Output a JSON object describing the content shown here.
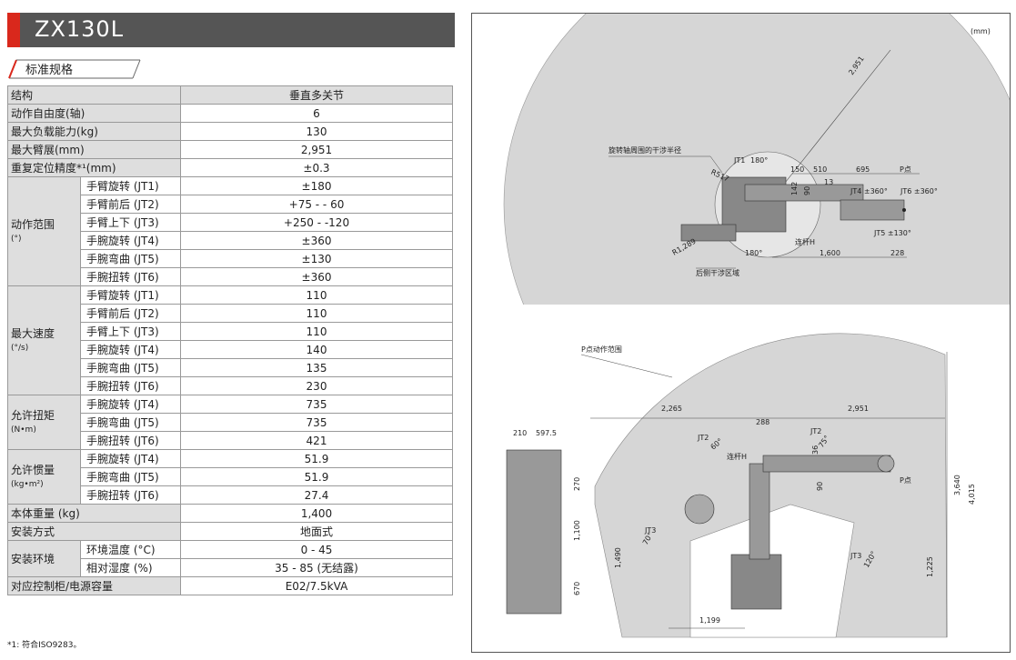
{
  "model": "ZX130L",
  "section": "标准规格",
  "spec": {
    "header": {
      "label": "结构",
      "value": "垂直多关节"
    },
    "simple_rows": [
      {
        "label": "动作自由度(轴)",
        "value": "6"
      },
      {
        "label": "最大负载能力(kg)",
        "value": "130"
      },
      {
        "label": "最大臂展(mm)",
        "value": "2,951"
      },
      {
        "label": "重复定位精度*¹(mm)",
        "value": "±0.3"
      }
    ],
    "groups": [
      {
        "label": "动作范围",
        "unit": "(°)",
        "rows": [
          {
            "sub": "手臂旋转 (JT1)",
            "value": "±180"
          },
          {
            "sub": "手臂前后 (JT2)",
            "value": "+75 - - 60"
          },
          {
            "sub": "手臂上下 (JT3)",
            "value": "+250 - -120"
          },
          {
            "sub": "手腕旋转 (JT4)",
            "value": "±360"
          },
          {
            "sub": "手腕弯曲 (JT5)",
            "value": "±130"
          },
          {
            "sub": "手腕扭转 (JT6)",
            "value": "±360"
          }
        ]
      },
      {
        "label": "最大速度",
        "unit": "(°/s)",
        "rows": [
          {
            "sub": "手臂旋转 (JT1)",
            "value": "110"
          },
          {
            "sub": "手臂前后 (JT2)",
            "value": "110"
          },
          {
            "sub": "手臂上下 (JT3)",
            "value": "110"
          },
          {
            "sub": "手腕旋转 (JT4)",
            "value": "140"
          },
          {
            "sub": "手腕弯曲 (JT5)",
            "value": "135"
          },
          {
            "sub": "手腕扭转 (JT6)",
            "value": "230"
          }
        ]
      },
      {
        "label": "允许扭矩",
        "unit": "(N•m)",
        "rows": [
          {
            "sub": "手腕旋转 (JT4)",
            "value": "735"
          },
          {
            "sub": "手腕弯曲 (JT5)",
            "value": "735"
          },
          {
            "sub": "手腕扭转 (JT6)",
            "value": "421"
          }
        ]
      },
      {
        "label": "允许惯量",
        "unit": "(kg•m²)",
        "rows": [
          {
            "sub": "手腕旋转 (JT4)",
            "value": "51.9"
          },
          {
            "sub": "手腕弯曲 (JT5)",
            "value": "51.9"
          },
          {
            "sub": "手腕扭转 (JT6)",
            "value": "27.4"
          }
        ]
      }
    ],
    "weight": {
      "label": "本体重量 (kg)",
      "value": "1,400"
    },
    "mount": {
      "label": "安装方式",
      "value": "地面式"
    },
    "env": {
      "label": "安装环境",
      "rows": [
        {
          "sub": "环境温度 (°C)",
          "value": "0 - 45"
        },
        {
          "sub": "相对湿度 (%)",
          "value": "35 - 85 (无结露)"
        }
      ]
    },
    "controller": {
      "label": "对应控制柜/电源容量",
      "value": "E02/7.5kVA"
    }
  },
  "footnote": "*1: 符合ISO9283。",
  "drawing": {
    "unit": "(mm)",
    "top": {
      "reach": "2,951",
      "interference_radius_label": "旋转轴周围的干涉半径",
      "r517": "R517",
      "jt1": "JT1",
      "jt1_angle": "180°",
      "d150": "150",
      "d510": "510",
      "d695": "695",
      "p_point": "P点",
      "d13": "13",
      "d142": "142",
      "d90": "90",
      "jt4": "JT4 ±360°",
      "jt6": "JT6 ±360°",
      "jt5": "JT5 ±130°",
      "link_h": "连杆H",
      "d1600": "1,600",
      "d228": "228",
      "r1289": "R1,289",
      "rear_zone": "后侧干涉区域",
      "angle_180": "180°"
    },
    "side": {
      "p_range": "P点动作范围",
      "d2265": "2,265",
      "d2951": "2,951",
      "d288": "288",
      "d210": "210",
      "d5975": "597.5",
      "jt2": "JT2",
      "a60": "60°",
      "a75": "75°",
      "link_h": "连杆H",
      "p_point": "P点",
      "d270": "270",
      "d1100": "1,100",
      "d670": "670",
      "d1490": "1,490",
      "d1199": "1,199",
      "jt3": "JT3",
      "a70": "70°",
      "a120": "120°",
      "d3640": "3,640",
      "d4015": "4,015",
      "d1225": "1,225",
      "d90": "90",
      "d36": "36"
    }
  }
}
